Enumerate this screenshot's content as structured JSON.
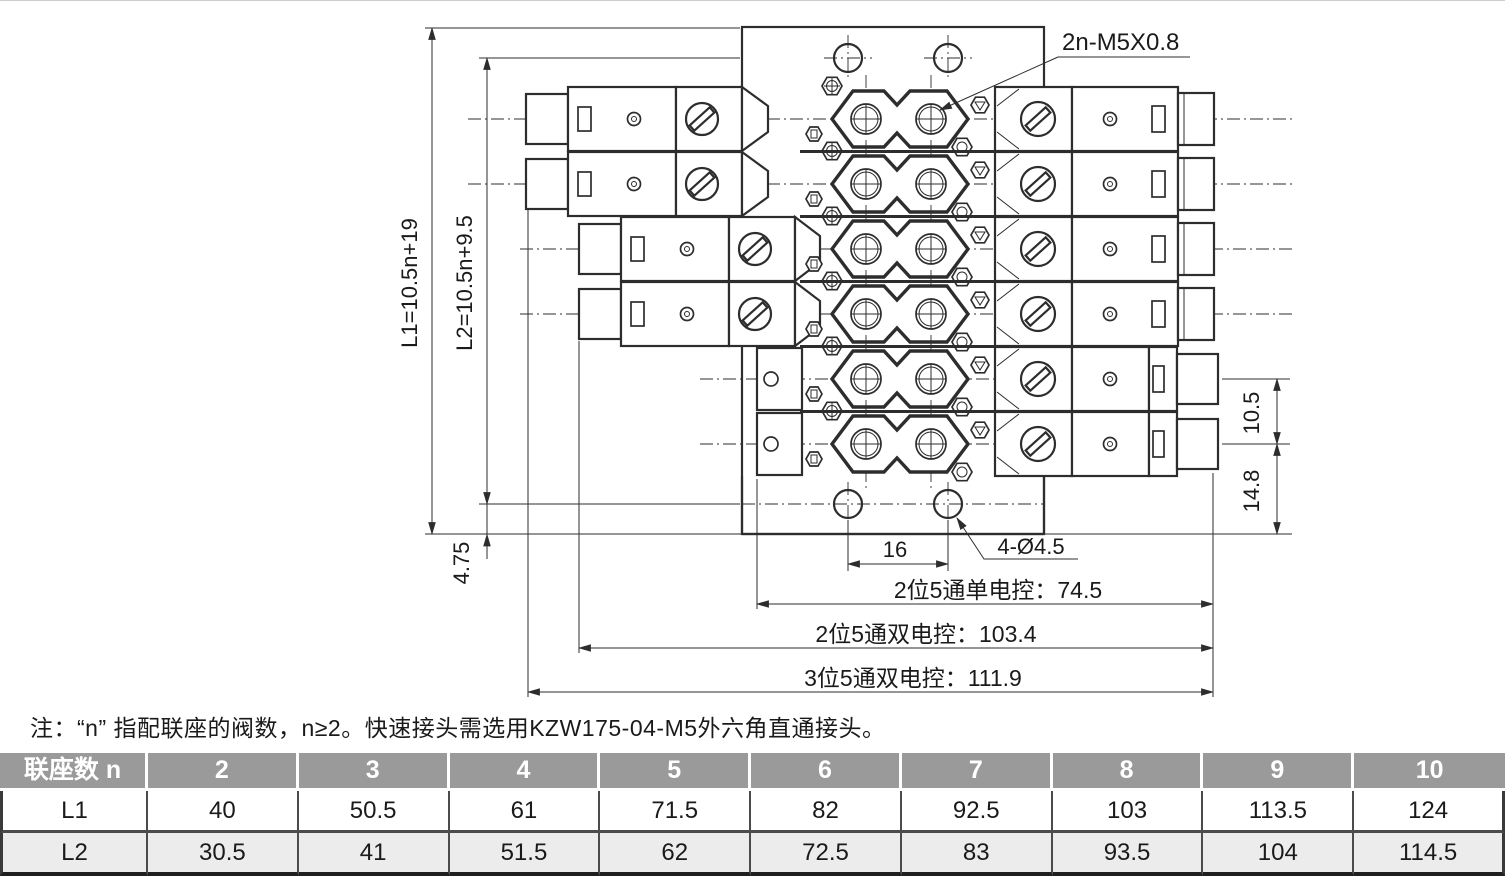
{
  "drawing": {
    "labels": {
      "thread_callout": "2n-M5X0.8",
      "l1": "L1=10.5n+19",
      "l2": "L2=10.5n+9.5",
      "dim_4_75": "4.75",
      "dim_16": "16",
      "hole_callout": "4-Ø4.5",
      "dim_10_5": "10.5",
      "dim_14_8": "14.8",
      "dim_single_solenoid": "2位5通单电控：74.5",
      "dim_double_solenoid": "2位5通双电控：103.4",
      "dim_triple_solenoid": "3位5通双电控：111.9"
    }
  },
  "note": {
    "text": "注：“n” 指配联座的阀数，n≥2。快速接头需选用KZW175-04-M5外六角直通接头。"
  },
  "table": {
    "header": [
      "联座数 n",
      "2",
      "3",
      "4",
      "5",
      "6",
      "7",
      "8",
      "9",
      "10"
    ],
    "rows": [
      {
        "label": "L1",
        "values": [
          "40",
          "50.5",
          "61",
          "71.5",
          "82",
          "92.5",
          "103",
          "113.5",
          "124"
        ]
      },
      {
        "label": "L2",
        "values": [
          "30.5",
          "41",
          "51.5",
          "62",
          "72.5",
          "83",
          "93.5",
          "104",
          "114.5"
        ]
      }
    ]
  },
  "colors": {
    "line": "#2d2d2d",
    "table_header_bg": "#9a9a9a",
    "table_alt_row_bg": "#ececec",
    "table_border": "#4b4b4b",
    "background": "#ffffff"
  }
}
